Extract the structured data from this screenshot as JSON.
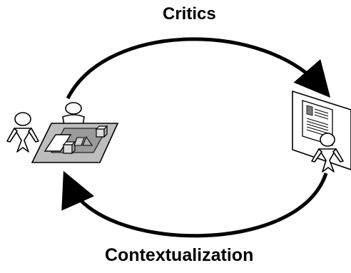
{
  "labels": {
    "top_arrow": "Critics",
    "bottom_arrow": "Contextualization"
  },
  "colors": {
    "ink": "#000000",
    "board": "#bdbdbd",
    "board_inner": "#9a9a9a",
    "paper": "#ffffff",
    "doc_block": "#777777"
  },
  "icons": {
    "left_scene": "design-board-with-two-users",
    "right_scene": "document-display-with-user"
  }
}
